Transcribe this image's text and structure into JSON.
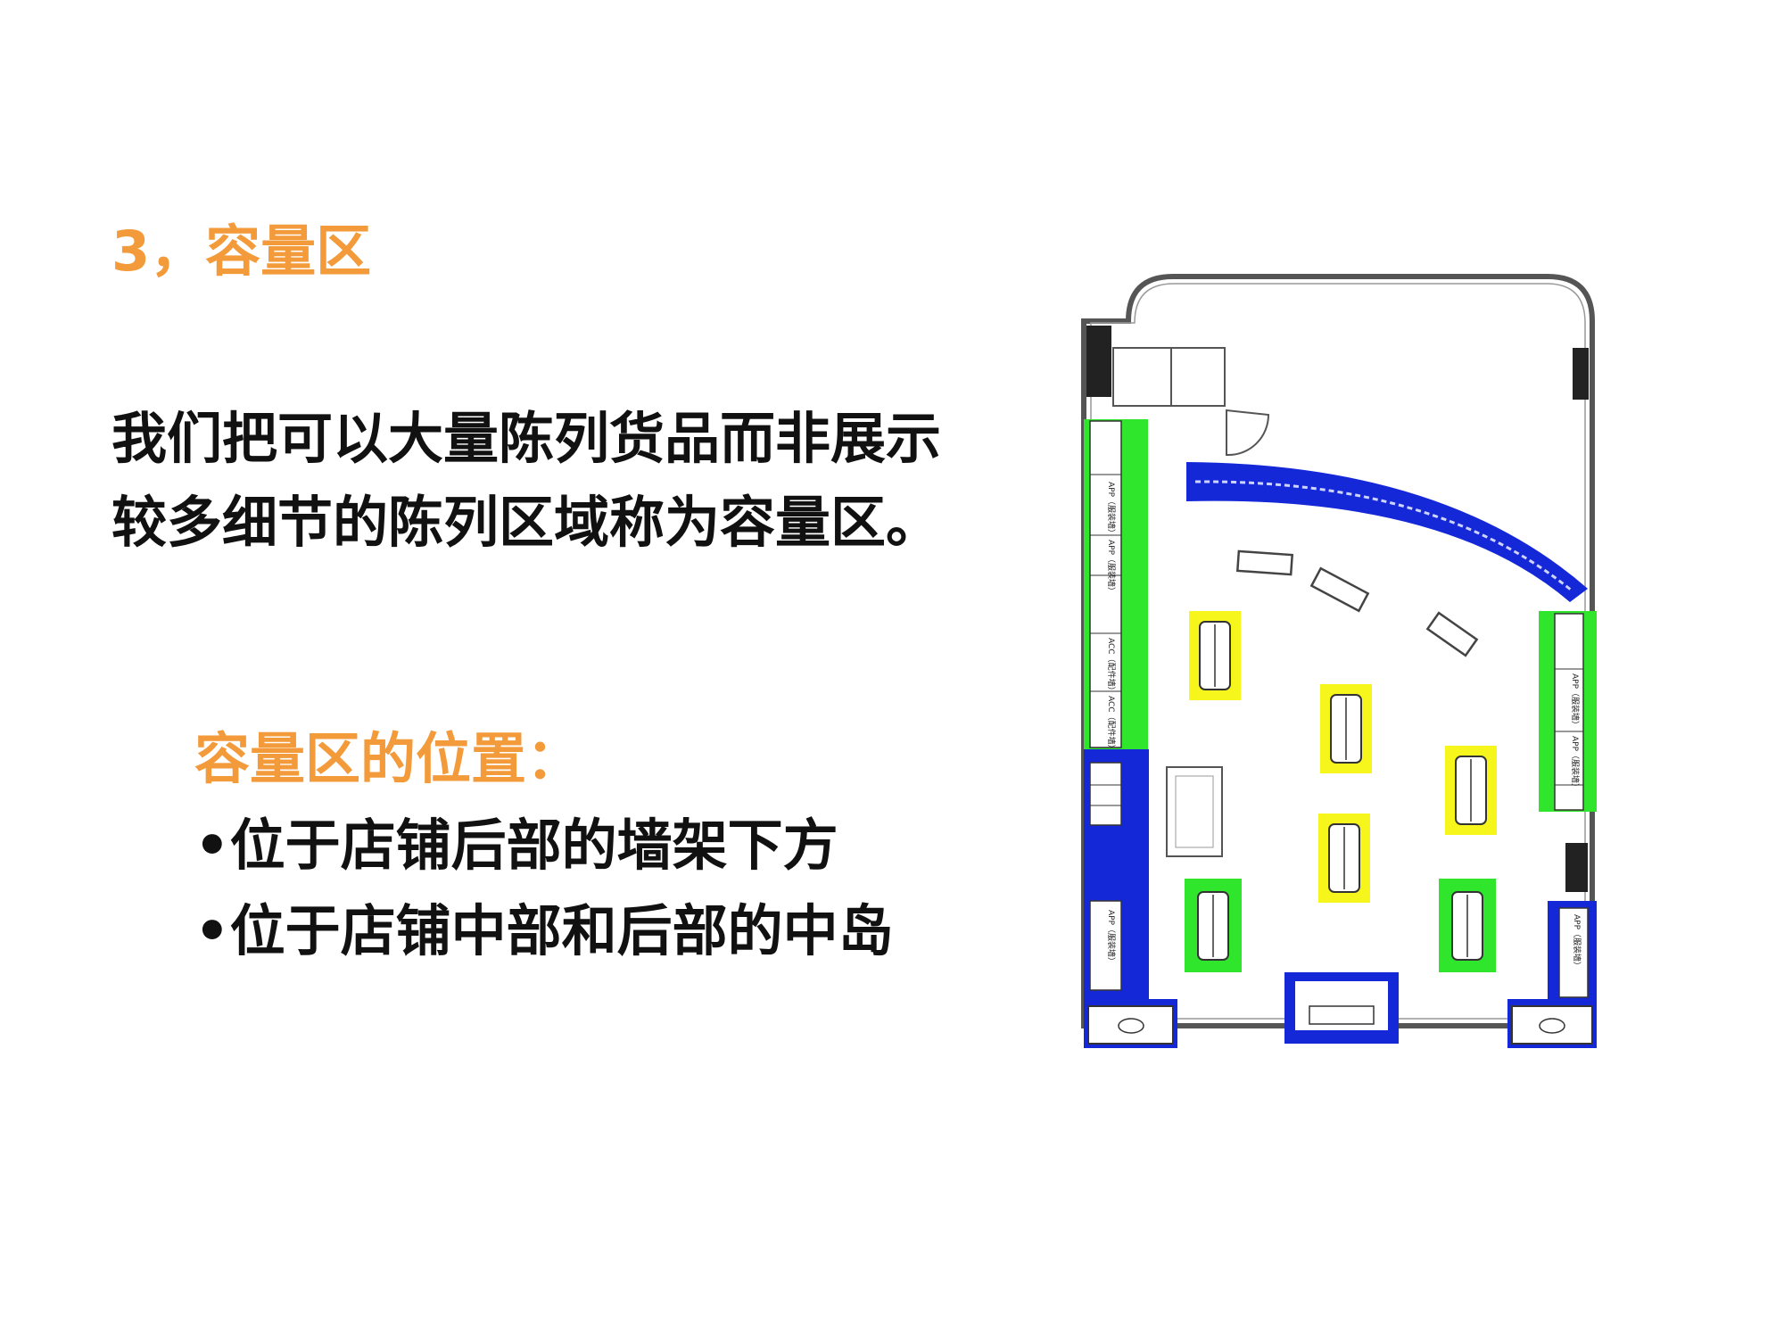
{
  "title": "3，容量区",
  "intro": "我们把可以大量陈列货品而非展示较多细节的陈列区域称为容量区。",
  "location": {
    "heading": "容量区的位置：",
    "bullets": [
      "•位于店铺后部的墙架下方",
      "•位于店铺中部和后部的中岛"
    ]
  },
  "floorplan": {
    "colors": {
      "capacity_wall": "#1428d8",
      "capacity_island": "#2fe62c",
      "display_island": "#f6f51c",
      "wall_outline": "#555555"
    },
    "shelf_labels": [
      "APP（服装墙）",
      "APP（服装墙）",
      "ACC（配件墙）",
      "ACC（配件墙）",
      "APP（服装墙）",
      "APP（服装墙）",
      "APP（服装墙）",
      "APP（服装墙）"
    ]
  }
}
